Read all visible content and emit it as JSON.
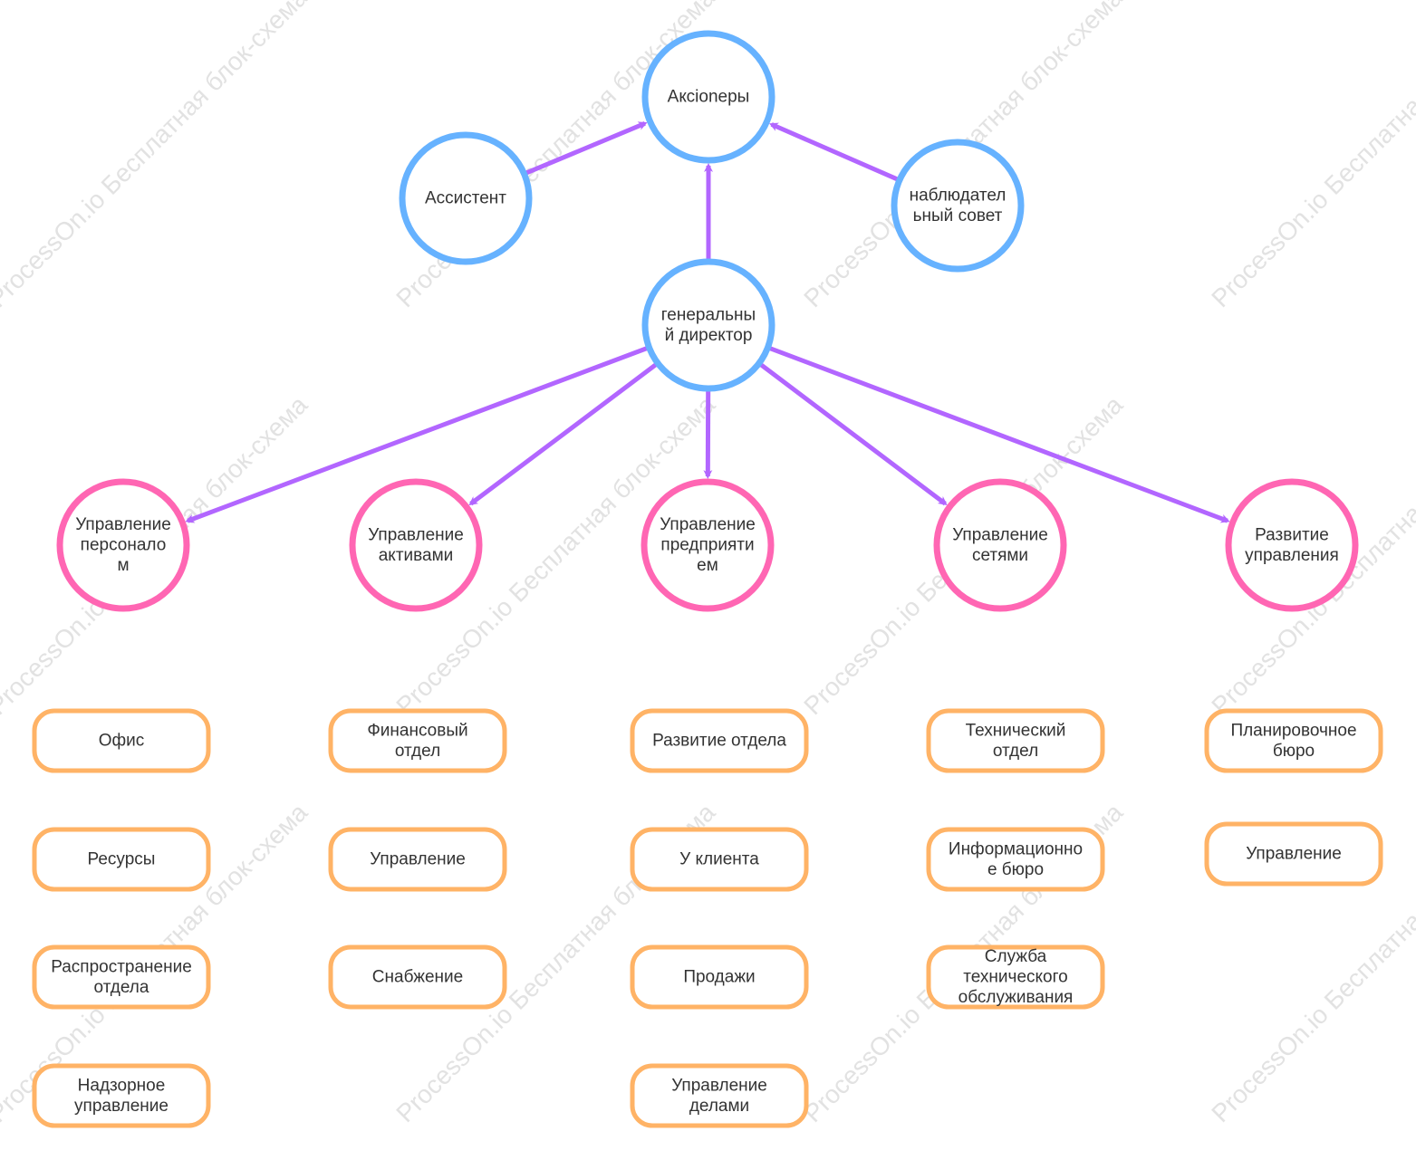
{
  "colors": {
    "blue": "#66b2ff",
    "pink": "#ff66b3",
    "orange": "#ffb366",
    "arrow": "#b266ff",
    "text": "#333333",
    "watermark": "#e2e2e2"
  },
  "watermark": "ProcessOn.io Бесплатная блок-схема",
  "nodes": {
    "shareholders": {
      "lines": [
        "Акcioneры"
      ]
    },
    "assistant": {
      "lines": [
        "Ассистент"
      ]
    },
    "board": {
      "lines": [
        "наблюдател",
        "ьный совет"
      ]
    },
    "ceo": {
      "lines": [
        "генеральны",
        "й директор"
      ]
    },
    "hr": {
      "lines": [
        "Управление",
        "персонало",
        "м"
      ]
    },
    "assets": {
      "lines": [
        "Управление",
        "активами"
      ]
    },
    "enterprise": {
      "lines": [
        "Управление",
        "предприяти",
        "ем"
      ]
    },
    "networks": {
      "lines": [
        "Управление",
        "сетями"
      ]
    },
    "development": {
      "lines": [
        "Развитие",
        "управления"
      ]
    }
  },
  "columns": [
    {
      "items": [
        {
          "lines": [
            "Офис"
          ]
        },
        {
          "lines": [
            "Ресурсы"
          ]
        },
        {
          "lines": [
            "Распространение",
            "отдела"
          ]
        },
        {
          "lines": [
            "Надзорное",
            "управление"
          ]
        }
      ]
    },
    {
      "items": [
        {
          "lines": [
            "Финансовый",
            "отдел"
          ]
        },
        {
          "lines": [
            "Управление"
          ]
        },
        {
          "lines": [
            "Снабжение"
          ]
        }
      ]
    },
    {
      "items": [
        {
          "lines": [
            "Развитие отдела"
          ]
        },
        {
          "lines": [
            "У клиента"
          ]
        },
        {
          "lines": [
            "Продажи"
          ]
        },
        {
          "lines": [
            "Управление",
            "делами"
          ]
        }
      ]
    },
    {
      "items": [
        {
          "lines": [
            "Технический",
            "отдел"
          ]
        },
        {
          "lines": [
            "Информационно",
            "е бюро"
          ]
        },
        {
          "lines": [
            "Служба",
            "технического",
            "обслуживания"
          ]
        }
      ]
    },
    {
      "items": [
        {
          "lines": [
            "Планировочное",
            "бюро"
          ]
        },
        {
          "lines": [
            "Управление"
          ]
        }
      ]
    }
  ]
}
